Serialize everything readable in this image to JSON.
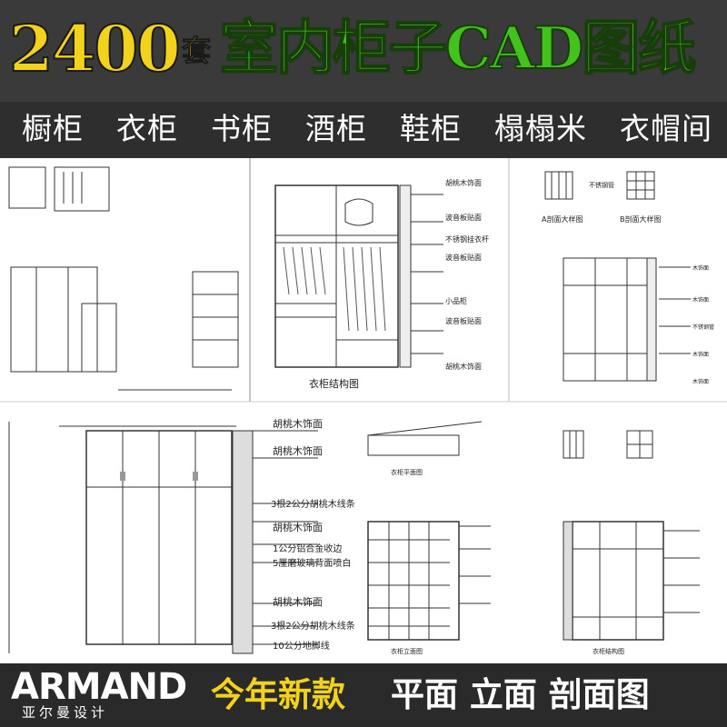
{
  "header": {
    "count": "2400",
    "unit": "套",
    "title": "室内柜子CAD图纸",
    "count_color": "#f2d21a",
    "title_color": "#43c11c"
  },
  "categories": [
    "橱柜",
    "衣柜",
    "书柜",
    "酒柜",
    "鞋柜",
    "榻榻米",
    "衣帽间"
  ],
  "drawings": {
    "wardrobe_structure_caption": "衣柜结构图",
    "wardrobe_labels": [
      "胡桃木饰面",
      "波音板贴面",
      "不锈钢挂衣杆",
      "波音板贴面",
      "小品柜",
      "波音板贴面",
      "胡桃木饰面"
    ],
    "section_a_caption": "A剖面大样图",
    "section_b_caption": "B剖面大样图",
    "section_top_label": "不锈钢管",
    "door_labels": [
      "胡桃木饰面",
      "胡桃木饰面",
      "3根2公分胡桃木线条",
      "胡桃木饰面",
      "1公分铝合金收边",
      "5厘磨玻璃背面喷白",
      "胡桃木饰面",
      "3根2公分胡桃木线条",
      "10公分地脚线"
    ],
    "shoe_plan_caption": "衣柜平面图",
    "shoe_elevation_caption": "衣柜立面图",
    "right_elevation_caption": "衣柜结构图",
    "small_labels": [
      "木饰面",
      "木饰面",
      "不锈钢管",
      "木饰面",
      "木饰面"
    ]
  },
  "footer": {
    "brand": "ARMAND",
    "brand_sub": "亚尔曼设计",
    "new_label": "今年新款",
    "views_label": "平面 立面 剖面图"
  }
}
